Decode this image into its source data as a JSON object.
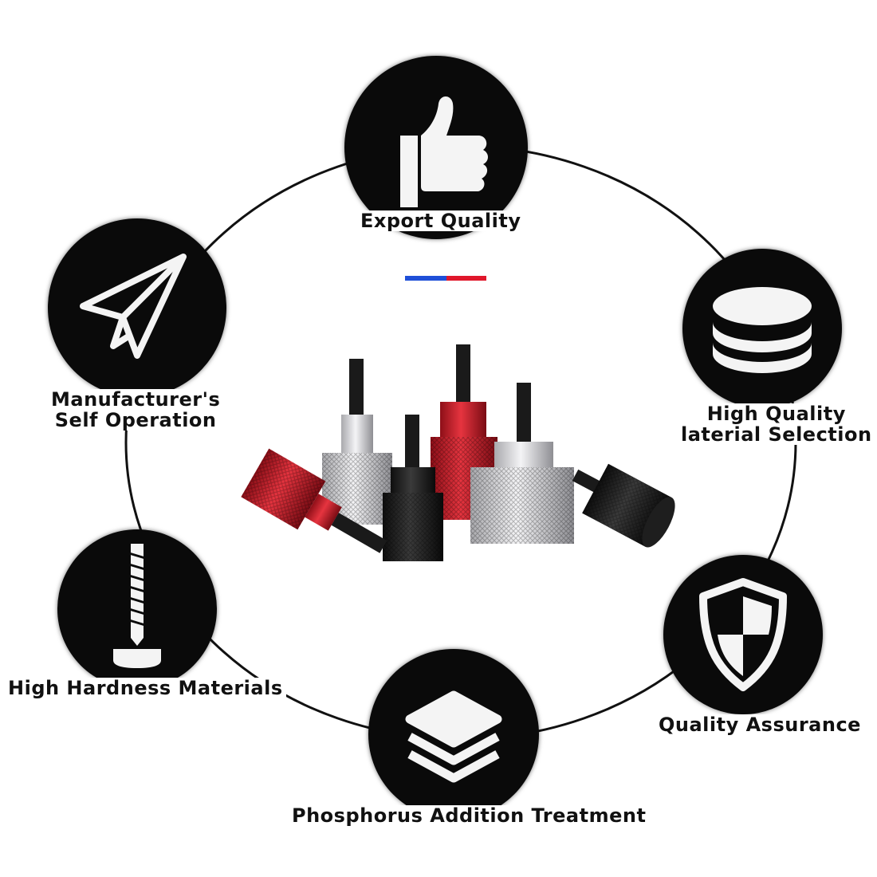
{
  "features": {
    "export_quality": {
      "label": "Export Quality",
      "icon": "thumbs-up-icon"
    },
    "self_operation": {
      "label_line1": "Manufacturer's",
      "label_line2": "Self Operation",
      "icon": "paper-plane-icon"
    },
    "material_selection": {
      "label_line1": "High Quality",
      "label_line2": "laterial Selection",
      "icon": "stacked-coins-icon"
    },
    "hardness": {
      "label": "High Hardness Materials",
      "icon": "screw-icon"
    },
    "quality_assurance": {
      "label": "Quality Assurance",
      "icon": "shield-icon"
    },
    "phosphorus": {
      "label": "Phosphorus Addition Treatment",
      "icon": "layers-icon"
    }
  },
  "divider_colors": {
    "left": "#1f4fd8",
    "right": "#e0172b"
  },
  "product": {
    "name": "knurled thumb screws",
    "colors": {
      "red": "#d4202c",
      "silver": "#d8d8dc",
      "black": "#1c1c1c"
    }
  }
}
